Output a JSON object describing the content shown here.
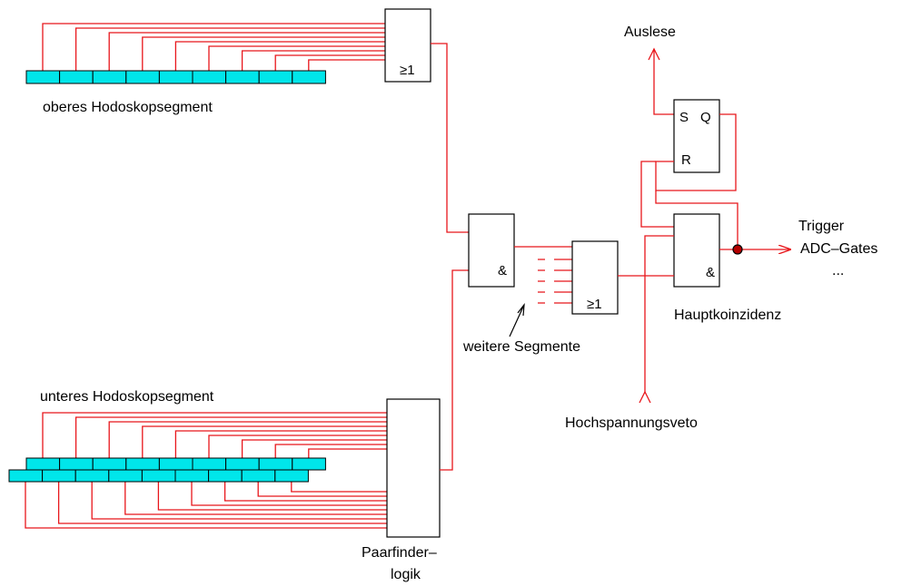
{
  "labels": {
    "upper_segment": "oberes Hodoskopsegment",
    "lower_segment": "unteres Hodoskopsegment",
    "pair_finder_line1": "Paarfinder–",
    "pair_finder_line2": "logik",
    "more_segments": "weitere Segmente",
    "readout": "Auslese",
    "hv_veto": "Hochspannungsveto",
    "main_coincidence": "Hauptkoinzidenz",
    "output_line1": "Trigger",
    "output_line2": "ADC–Gates",
    "output_line3": "..."
  },
  "gates": {
    "or_upper": "≥1",
    "and_segment": "&",
    "or_segments": "≥1",
    "flipflop_s": "S",
    "flipflop_q": "Q",
    "flipflop_r": "R",
    "and_main": "&"
  },
  "colors": {
    "wire": "#e8161b",
    "cell": "#00e6ea",
    "outline": "#000000"
  }
}
